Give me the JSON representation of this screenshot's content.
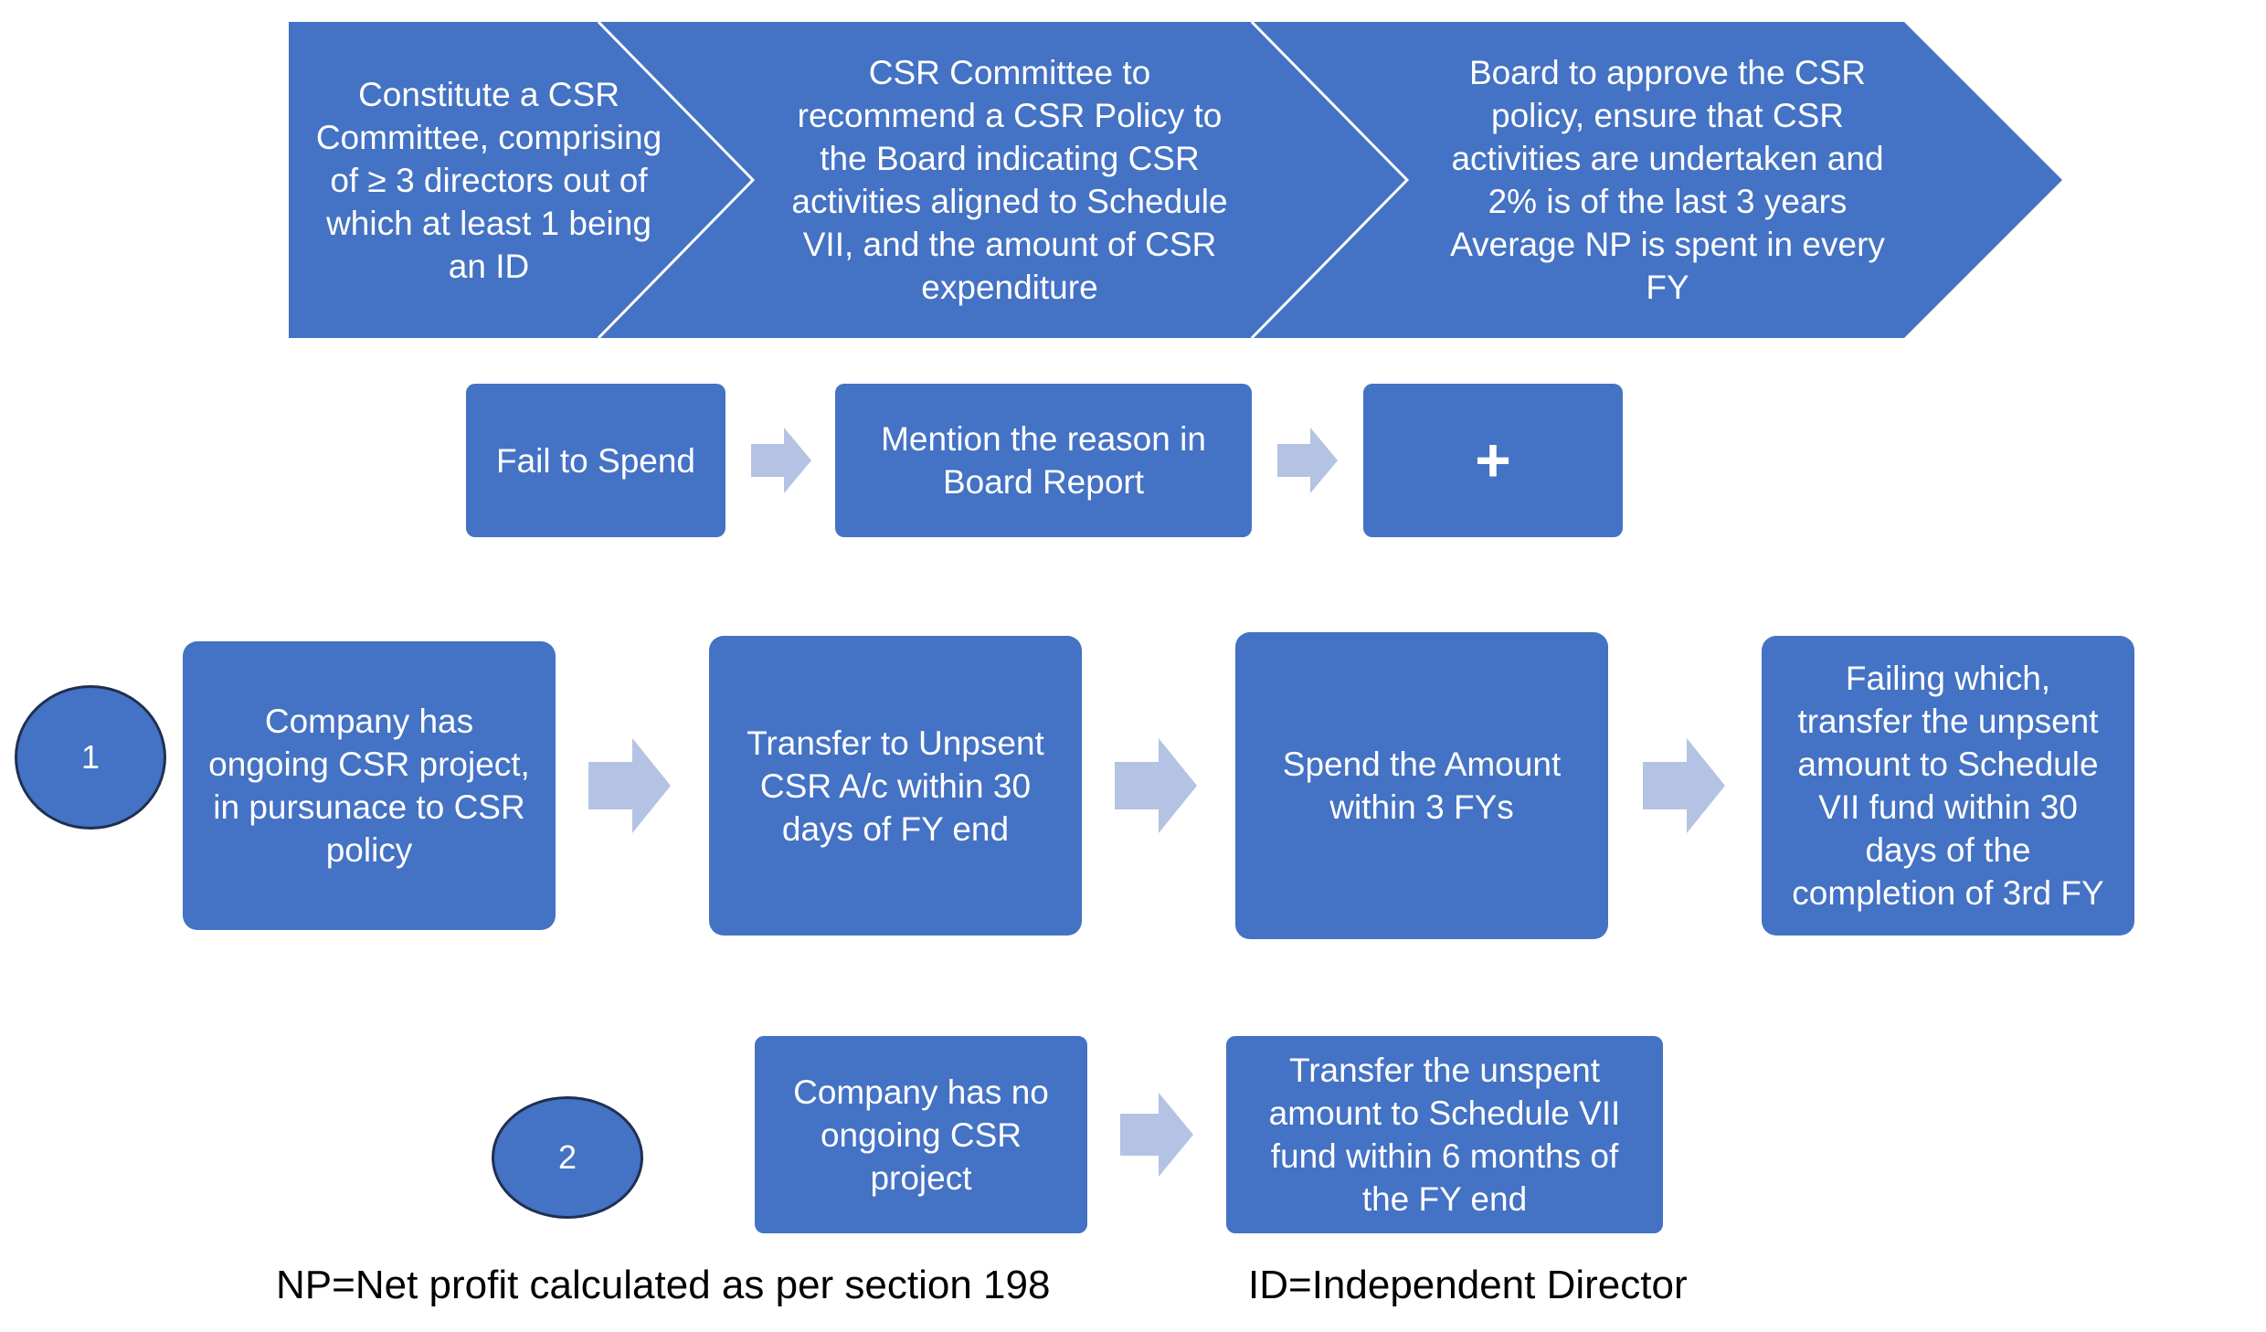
{
  "colors": {
    "box_fill": "#4472c4",
    "arrow_fill": "#b4c3e3",
    "text_on_box": "#ffffff",
    "circle_border": "#1f3050"
  },
  "chevrons": [
    {
      "text": "Constitute a CSR\nCommittee, comprising\nof ≥ 3 directors out of\nwhich at least 1 being\nan ID"
    },
    {
      "text": "CSR Committee to\nrecommend a CSR Policy to\nthe Board indicating CSR\nactivities aligned to Schedule\nVII, and the amount of CSR\nexpenditure"
    },
    {
      "text": "Board to approve the CSR\npolicy, ensure that CSR\nactivities are undertaken and\n2% is of the last 3 years\nAverage NP is spent in every\nFY"
    }
  ],
  "fail_row": {
    "step1": "Fail to Spend",
    "step2": "Mention the reason in\nBoard Report",
    "step3": "+"
  },
  "scenario1": {
    "number": "1",
    "steps": [
      "Company has\nongoing CSR project,\nin pursunace to CSR\npolicy",
      "Transfer to Unpsent\nCSR A/c within 30\ndays of FY end",
      "Spend the Amount\nwithin 3 FYs",
      "Failing which,\ntransfer the unpsent\namount to Schedule\nVII fund within 30\ndays of the\ncompletion of 3rd FY"
    ]
  },
  "scenario2": {
    "number": "2",
    "steps": [
      "Company has no\nongoing CSR\nproject",
      "Transfer the unspent\namount to Schedule VII\nfund within 6 months of\nthe FY end"
    ]
  },
  "footnotes": {
    "np": "NP=Net profit calculated as per section 198",
    "id": "ID=Independent Director"
  }
}
